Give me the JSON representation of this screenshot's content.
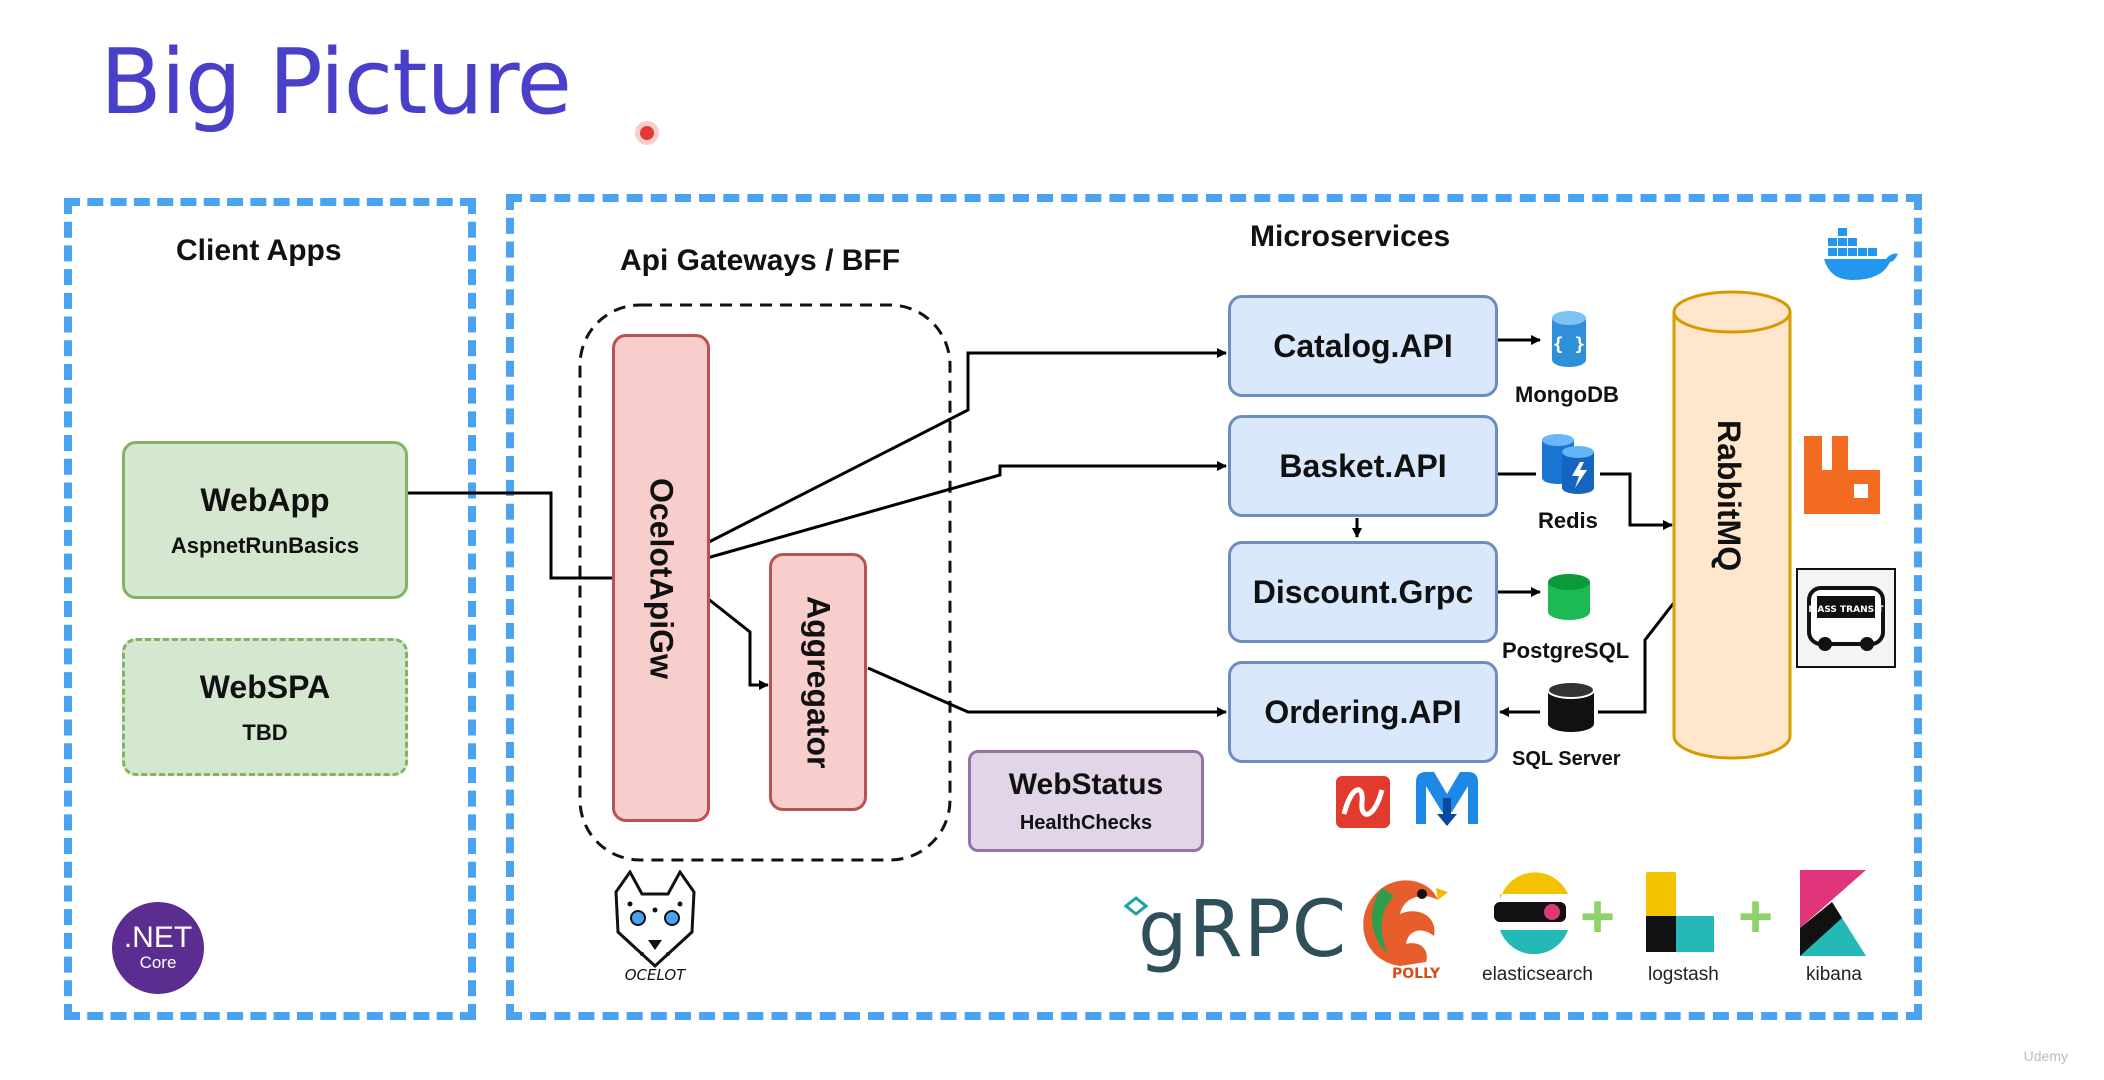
{
  "title": "Big Picture",
  "sections": {
    "client_apps": "Client Apps",
    "api_gateways": "Api Gateways / BFF",
    "microservices": "Microservices"
  },
  "nodes": {
    "webapp": {
      "title": "WebApp",
      "sub": "AspnetRunBasics"
    },
    "webspa": {
      "title": "WebSPA",
      "sub": "TBD"
    },
    "ocelot": "OcelotApiGw",
    "aggregator": "Aggregator",
    "catalog": "Catalog.API",
    "basket": "Basket.API",
    "discount": "Discount.Grpc",
    "ordering": "Ordering.API",
    "webstatus": {
      "title": "WebStatus",
      "sub": "HealthChecks"
    },
    "rabbitmq": "RabbitMQ"
  },
  "databases": {
    "mongodb": "MongoDB",
    "redis": "Redis",
    "postgresql": "PostgreSQL",
    "sqlserver": "SQL Server"
  },
  "logos": {
    "dotnet": ".NET",
    "dotnet_sub": "Core",
    "grpc": "gRPC",
    "ocelot": "OCELOT",
    "polly": "POLLY",
    "elasticsearch": "elasticsearch",
    "logstash": "logstash",
    "kibana": "kibana",
    "masstransit": "MASS TRANSIT",
    "plus": "+"
  },
  "watermark": "Udemy",
  "colors": {
    "title": "#4a3fc9",
    "dash": "#4aa3f0",
    "client_fill": "#d6e7cf",
    "gateway_fill": "#f8cecc",
    "service_fill": "#dae8fc",
    "status_fill": "#e1d5e7",
    "rabbit_fill": "#ffe6cc"
  }
}
